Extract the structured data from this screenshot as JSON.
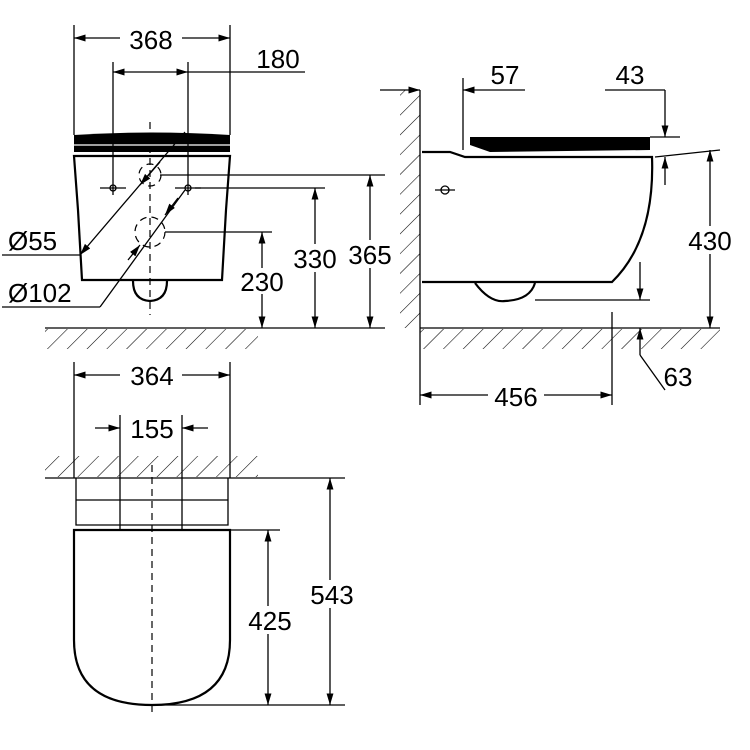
{
  "front_view": {
    "width": "368",
    "fixing_spacing": "180",
    "inlet_diameter": "Ø55",
    "outlet_diameter": "Ø102",
    "outlet_height": "230",
    "fixing_height": "330",
    "inlet_height": "365"
  },
  "side_view": {
    "inlet_offset": "57",
    "seat_thickness": "43",
    "total_height": "430",
    "projection": "456",
    "base_height": "63"
  },
  "top_view": {
    "width": "364",
    "fixing_spacing": "155",
    "seat_length": "425",
    "total_length": "543"
  },
  "colors": {
    "line": "#000000",
    "background": "#ffffff"
  }
}
